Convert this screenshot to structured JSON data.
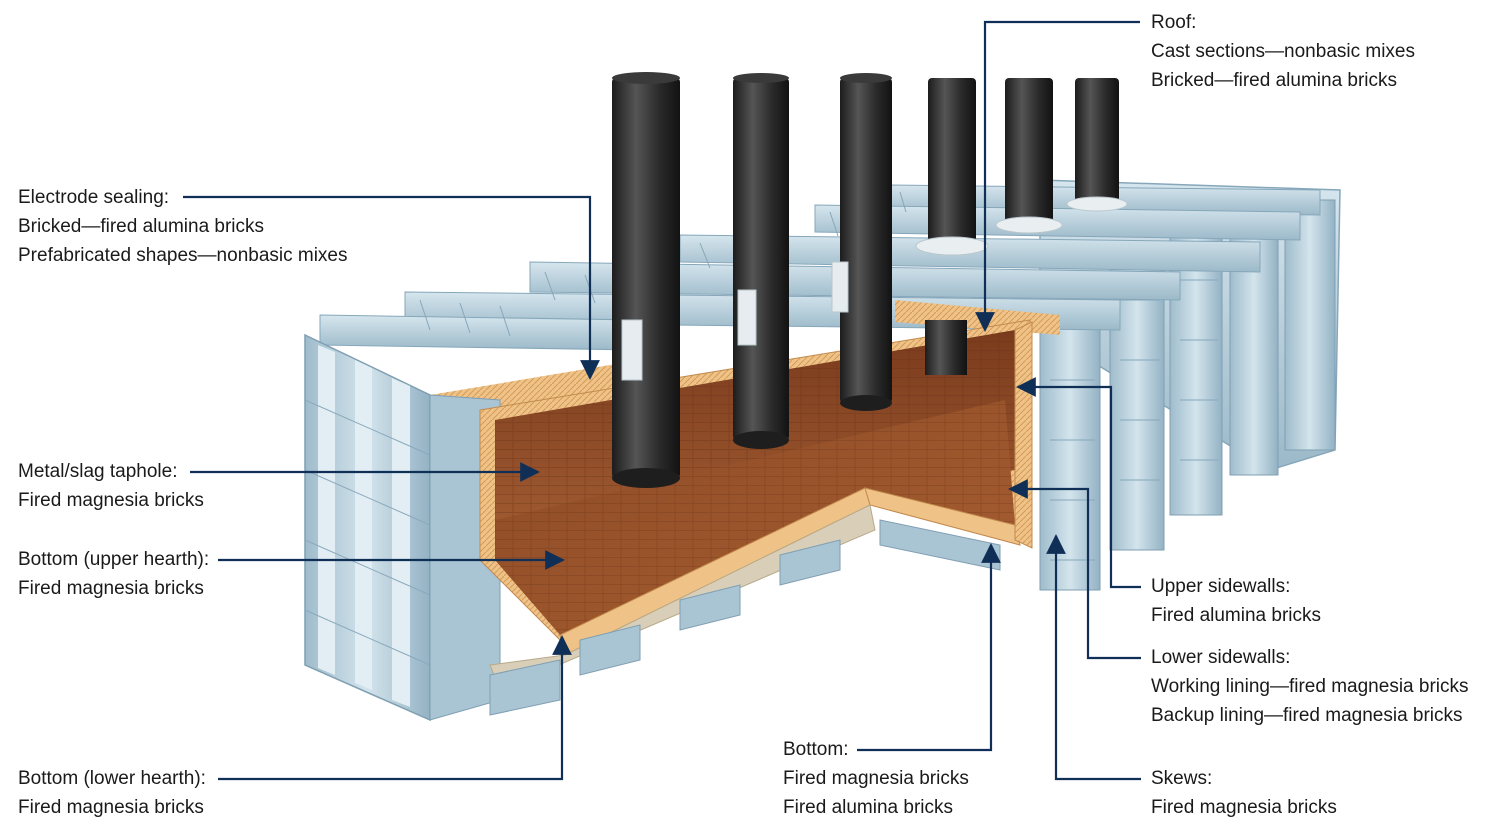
{
  "callouts": {
    "roof": {
      "title": "Roof:",
      "lines": [
        "Cast sections—nonbasic mixes",
        "Bricked—fired alumina bricks"
      ]
    },
    "electrode_sealing": {
      "title": "Electrode sealing:",
      "lines": [
        "Bricked—fired alumina bricks",
        "Prefabricated shapes—nonbasic mixes"
      ]
    },
    "taphole": {
      "title": "Metal/slag taphole:",
      "lines": [
        "Fired magnesia bricks"
      ]
    },
    "upper_hearth": {
      "title": "Bottom (upper hearth):",
      "lines": [
        "Fired magnesia bricks"
      ]
    },
    "lower_hearth": {
      "title": "Bottom (lower hearth):",
      "lines": [
        "Fired magnesia bricks"
      ]
    },
    "bottom": {
      "title": "Bottom:",
      "lines": [
        "Fired magnesia bricks",
        "Fired alumina bricks"
      ]
    },
    "upper_sidewalls": {
      "title": "Upper sidewalls:",
      "lines": [
        "Fired alumina bricks"
      ]
    },
    "lower_sidewalls": {
      "title": "Lower sidewalls:",
      "lines": [
        "Working lining—fired magnesia bricks",
        "Backup lining—fired magnesia bricks"
      ]
    },
    "skews": {
      "title": "Skews:",
      "lines": [
        "Fired magnesia bricks"
      ]
    }
  },
  "colors": {
    "leader_line": "#0f2f57",
    "steel": "#b7d1de",
    "steel_dark": "#7fa3b8",
    "brick_lining": "#8a4522",
    "insulation": "#e8b77a",
    "electrode": "#2b2b2b"
  }
}
